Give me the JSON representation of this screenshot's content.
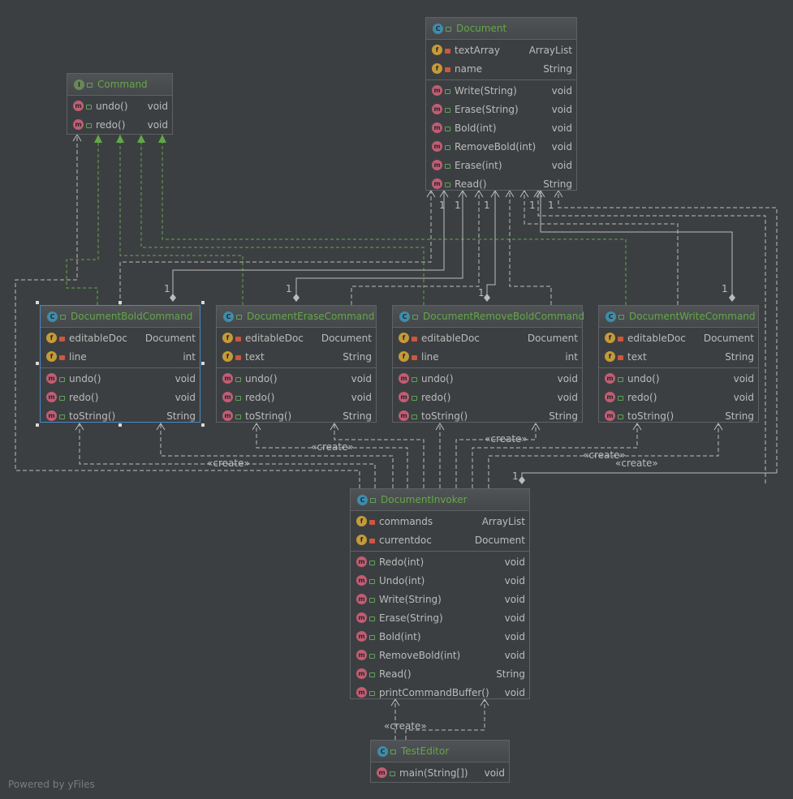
{
  "classes": {
    "document": {
      "kind": "C",
      "name": "Document",
      "fields": [
        {
          "name": "textArray",
          "type": "ArrayList",
          "vis": "private"
        },
        {
          "name": "name",
          "type": "String",
          "vis": "private"
        }
      ],
      "methods": [
        {
          "name": "Write(String)",
          "type": "void"
        },
        {
          "name": "Erase(String)",
          "type": "void"
        },
        {
          "name": "Bold(int)",
          "type": "void"
        },
        {
          "name": "RemoveBold(int)",
          "type": "void"
        },
        {
          "name": "Erase(int)",
          "type": "void"
        },
        {
          "name": "Read()",
          "type": "String"
        }
      ]
    },
    "command": {
      "kind": "I",
      "name": "Command",
      "fields": [],
      "methods": [
        {
          "name": "undo()",
          "type": "void"
        },
        {
          "name": "redo()",
          "type": "void"
        }
      ]
    },
    "bold": {
      "kind": "C",
      "name": "DocumentBoldCommand",
      "fields": [
        {
          "name": "editableDoc",
          "type": "Document",
          "vis": "private"
        },
        {
          "name": "line",
          "type": "int",
          "vis": "private"
        }
      ],
      "methods": [
        {
          "name": "undo()",
          "type": "void"
        },
        {
          "name": "redo()",
          "type": "void"
        },
        {
          "name": "toString()",
          "type": "String"
        }
      ]
    },
    "erase": {
      "kind": "C",
      "name": "DocumentEraseCommand",
      "fields": [
        {
          "name": "editableDoc",
          "type": "Document",
          "vis": "private"
        },
        {
          "name": "text",
          "type": "String",
          "vis": "private"
        }
      ],
      "methods": [
        {
          "name": "undo()",
          "type": "void"
        },
        {
          "name": "redo()",
          "type": "void"
        },
        {
          "name": "toString()",
          "type": "String"
        }
      ]
    },
    "removebold": {
      "kind": "C",
      "name": "DocumentRemoveBoldCommand",
      "fields": [
        {
          "name": "editableDoc",
          "type": "Document",
          "vis": "private"
        },
        {
          "name": "line",
          "type": "int",
          "vis": "private"
        }
      ],
      "methods": [
        {
          "name": "undo()",
          "type": "void"
        },
        {
          "name": "redo()",
          "type": "void"
        },
        {
          "name": "toString()",
          "type": "String"
        }
      ]
    },
    "write": {
      "kind": "C",
      "name": "DocumentWriteCommand",
      "fields": [
        {
          "name": "editableDoc",
          "type": "Document",
          "vis": "private"
        },
        {
          "name": "text",
          "type": "String",
          "vis": "private"
        }
      ],
      "methods": [
        {
          "name": "undo()",
          "type": "void"
        },
        {
          "name": "redo()",
          "type": "void"
        },
        {
          "name": "toString()",
          "type": "String"
        }
      ]
    },
    "invoker": {
      "kind": "C",
      "name": "DocumentInvoker",
      "fields": [
        {
          "name": "commands",
          "type": "ArrayList",
          "vis": "private"
        },
        {
          "name": "currentdoc",
          "type": "Document",
          "vis": "private"
        }
      ],
      "methods": [
        {
          "name": "Redo(int)",
          "type": "void"
        },
        {
          "name": "Undo(int)",
          "type": "void"
        },
        {
          "name": "Write(String)",
          "type": "void"
        },
        {
          "name": "Erase(String)",
          "type": "void"
        },
        {
          "name": "Bold(int)",
          "type": "void"
        },
        {
          "name": "RemoveBold(int)",
          "type": "void"
        },
        {
          "name": "Read()",
          "type": "String"
        },
        {
          "name": "printCommandBuffer()",
          "type": "void"
        }
      ]
    },
    "testeditor": {
      "kind": "C",
      "name": "TestEditor",
      "fields": [],
      "methods": [
        {
          "name": "main(String[])",
          "type": "void"
        }
      ]
    }
  },
  "labels": {
    "create": "«create»",
    "multiplicity": "1"
  },
  "brand": "Powered by yFiles",
  "colors": {
    "background": "#3c3f41",
    "class_name": "#62a846",
    "realization": "#62a846",
    "dependency": "#bbbbbb",
    "selection": "#4a88c7"
  }
}
